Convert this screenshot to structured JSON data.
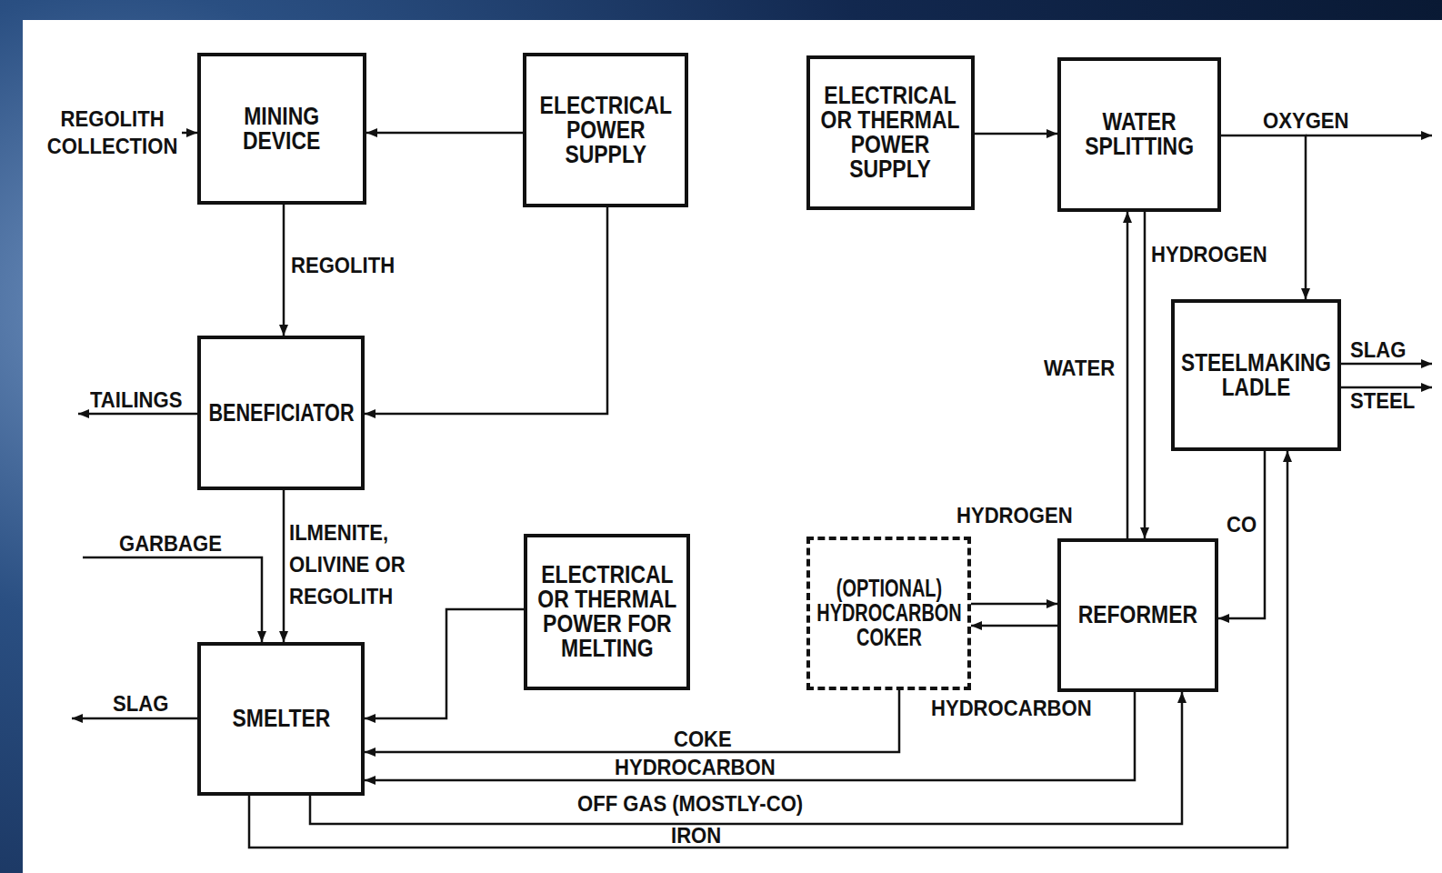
{
  "diagram": {
    "nodes": [
      {
        "text": [
          "MINING DEVICE"
        ]
      },
      {
        "text": [
          "ELECTRICAL POWER SUPPLY"
        ]
      },
      {
        "text": [
          "ELECTRICAL OR THERMAL POWER SUPPLY"
        ]
      },
      {
        "text": [
          "WATER SPLITTING"
        ]
      },
      {
        "text": [
          "BENEFICIATOR"
        ]
      },
      {
        "text": [
          "STEELMAKING LADLE"
        ]
      },
      {
        "text": [
          "SMELTER"
        ]
      },
      {
        "text": [
          "ELECTRICAL OR THERMAL POWER FOR MELTING"
        ]
      },
      {
        "text": [
          "(OPTIONAL) HYDROCARBON COKER"
        ]
      },
      {
        "text": [
          "REFORMER"
        ]
      }
    ],
    "edges": [
      {
        "from": 1,
        "to": 0,
        "arrow": "to"
      },
      {
        "from": 1,
        "to": 4,
        "arrow": "to"
      },
      {
        "from": 0,
        "to": 4,
        "label": "REGOLITH",
        "arrow": "to"
      },
      {
        "from": 4,
        "to": 6,
        "label": "ILMENITE, OLIVINE OR REGOLITH",
        "arrow": "to"
      },
      {
        "from": 7,
        "to": 6,
        "arrow": "to"
      },
      {
        "from": 2,
        "to": 3,
        "arrow": "to"
      },
      {
        "from": 3,
        "to": 5,
        "arrow": "to"
      },
      {
        "from": 9,
        "to": 3,
        "label": "WATER",
        "arrow": "to"
      },
      {
        "from": 3,
        "to": 9,
        "label": "HYDROGEN",
        "arrow": "to"
      },
      {
        "from": 8,
        "to": 9,
        "label": "HYDROGEN",
        "arrow": "to"
      },
      {
        "from": 9,
        "to": 8,
        "label": "HYDROCARBON",
        "arrow": "to"
      },
      {
        "from": 5,
        "to": 9,
        "label": "CO",
        "arrow": "to"
      },
      {
        "from": 8,
        "to": 6,
        "label": "COKE",
        "arrow": "to"
      },
      {
        "from": 9,
        "to": 6,
        "label": "HYDROCARBON",
        "arrow": "to"
      },
      {
        "from": 6,
        "to": 9,
        "label": "OFF GAS (MOSTLY-CO)",
        "arrow": "to"
      },
      {
        "from": 6,
        "to": 5,
        "label": "IRON",
        "arrow": "to"
      }
    ],
    "labels": [
      "REGOLITH COLLECTION",
      "TAILINGS",
      "GARBAGE",
      "SLAG",
      "OXYGEN",
      "SLAG",
      "STEEL"
    ]
  }
}
